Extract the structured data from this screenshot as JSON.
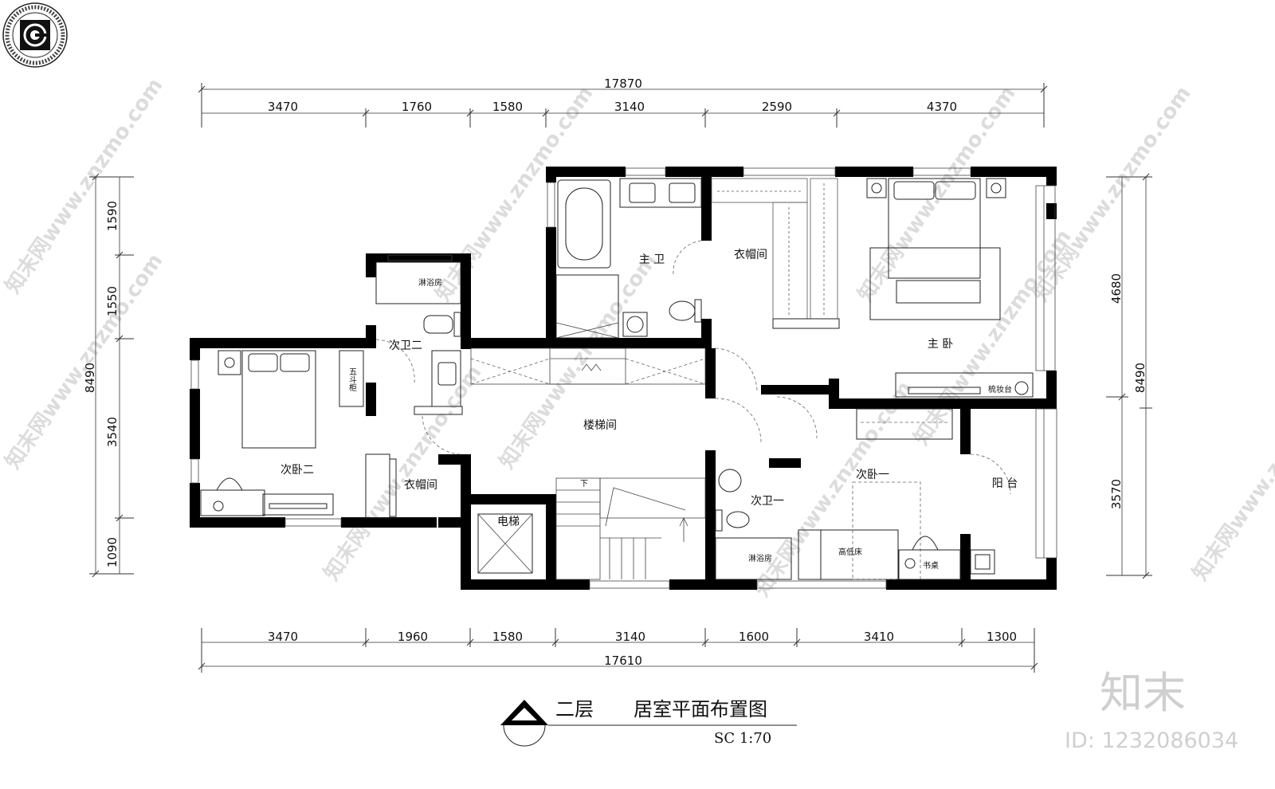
{
  "title": {
    "floor": "二层",
    "name": "居室平面布置图",
    "scale": "SC 1:70"
  },
  "brand": {
    "logo_text": "知末",
    "id_text": "ID: 1232086034",
    "watermark": "知末网www.znzmo.com"
  },
  "dimensions": {
    "top_total": "17870",
    "top": [
      "3470",
      "1760",
      "1580",
      "3140",
      "2590",
      "4370"
    ],
    "bottom": [
      "3470",
      "1960",
      "1580",
      "3140",
      "1600",
      "3410",
      "1300"
    ],
    "bottom_total": "17610",
    "left": [
      "1590",
      "1550",
      "3540",
      "1090"
    ],
    "left_total": "8490",
    "right": [
      "4680",
      "3570"
    ],
    "right_total": "8490"
  },
  "rooms": {
    "master_bath": "主 卫",
    "cloakroom_main": "衣帽间",
    "master_bedroom": "主 卧",
    "vanity": "梳妆台",
    "bath2": "次卫二",
    "shower2": "淋浴房",
    "chest": "五斗柜",
    "bedroom2": "次卧二",
    "cloakroom2": "衣帽间",
    "stairwell": "楼梯间",
    "elevator": "电梯",
    "stair_down": "下",
    "bath1": "次卫一",
    "shower1": "淋浴房",
    "bedroom1": "次卧一",
    "bunk_bed": "高低床",
    "desk": "书桌",
    "balcony": "阳 台"
  }
}
